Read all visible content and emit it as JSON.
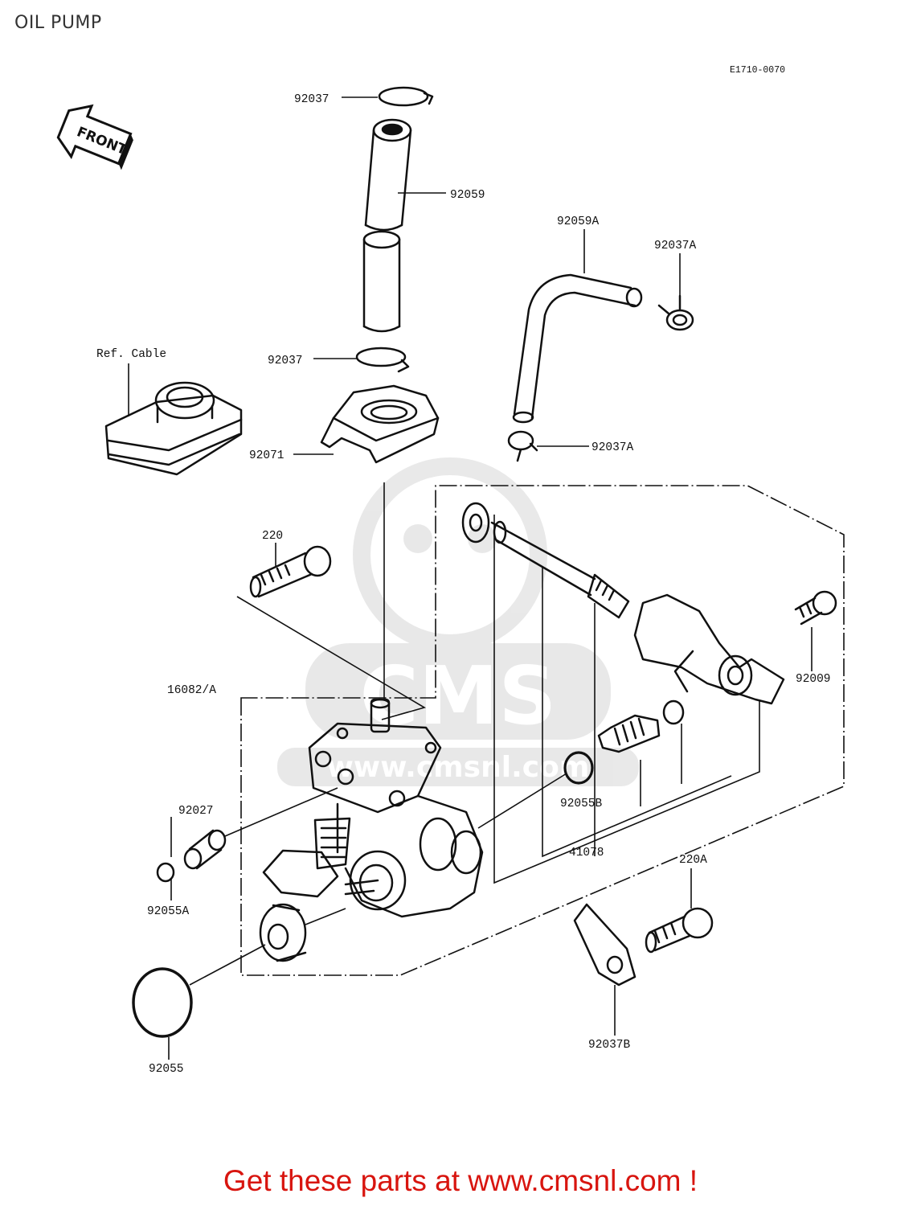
{
  "page": {
    "title": "OIL PUMP"
  },
  "diagram": {
    "code": "E1710-0070",
    "front_badge": "FRONT",
    "ref_label": "Ref. Cable",
    "watermark": "CMS",
    "watermark_url": "www.cmsnl.com",
    "parts": [
      "92037",
      "92059",
      "92059A",
      "92037A",
      "92037",
      "92071",
      "92037A",
      "220",
      "16082/A",
      "92009",
      "92027",
      "92055B",
      "41078",
      "220A",
      "92055A",
      "92055",
      "92037B"
    ]
  },
  "footer": {
    "text": "Get these parts at www.cmsnl.com !",
    "color": "#d8150f"
  }
}
